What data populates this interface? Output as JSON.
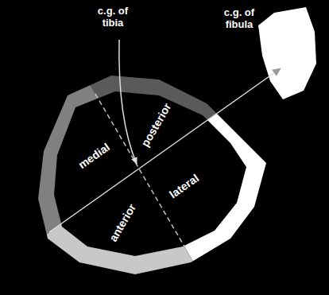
{
  "diagram": {
    "labels": [
      "c.g. of tibia",
      "c.g. of fibula",
      "medial",
      "posterior",
      "lateral",
      "anterior"
    ]
  }
}
